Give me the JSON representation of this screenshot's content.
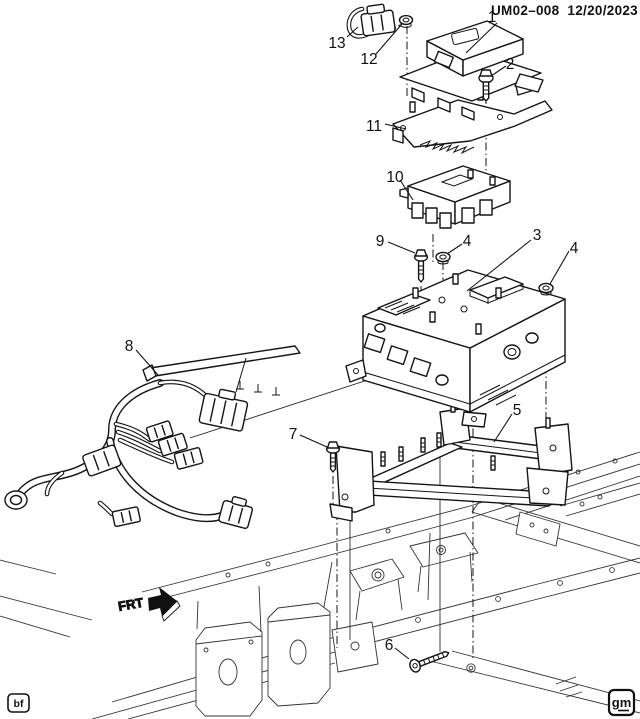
{
  "header": {
    "doc_id": "UM02–008",
    "date": "12/20/2023"
  },
  "orientation": {
    "label": "FRT"
  },
  "corner_marks": {
    "left": "bf",
    "right": "gm"
  },
  "colors": {
    "ink": "#141414",
    "background": "#ffffff"
  },
  "callouts": [
    {
      "number": "1"
    },
    {
      "number": "2"
    },
    {
      "number": "3"
    },
    {
      "number": "4"
    },
    {
      "number": "4"
    },
    {
      "number": "5"
    },
    {
      "number": "6"
    },
    {
      "number": "7"
    },
    {
      "number": "8"
    },
    {
      "number": "9"
    },
    {
      "number": "10"
    },
    {
      "number": "11"
    },
    {
      "number": "12"
    },
    {
      "number": "13"
    }
  ]
}
